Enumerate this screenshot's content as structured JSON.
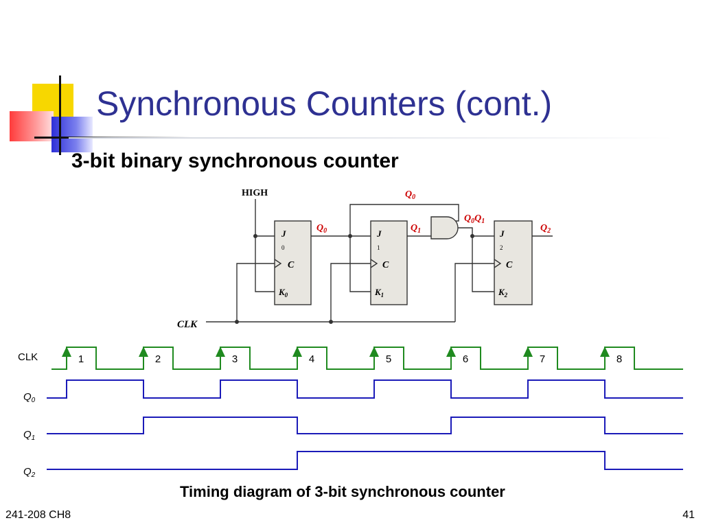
{
  "slide": {
    "title": "Synchronous Counters (cont.)",
    "subtitle": "3-bit binary synchronous counter",
    "footer_left": "241-208 CH8",
    "page_number": "41"
  },
  "circuit": {
    "high_label": "HIGH",
    "clk_label": "CLK",
    "gate_output_label": {
      "a": "Q",
      "a_sub": "0",
      "b": "Q",
      "b_sub": "1"
    },
    "gate_input_top_label": {
      "main": "Q",
      "sub": "0"
    },
    "flipflops": [
      {
        "j": "J",
        "j_sub": "0",
        "c": "C",
        "k": "K",
        "k_sub": "0",
        "q": "Q",
        "q_sub": "0"
      },
      {
        "j": "J",
        "j_sub": "1",
        "c": "C",
        "k": "K",
        "k_sub": "1",
        "q": "Q",
        "q_sub": "1"
      },
      {
        "j": "J",
        "j_sub": "2",
        "c": "C",
        "k": "K",
        "k_sub": "2",
        "q": "Q",
        "q_sub": "2"
      }
    ]
  },
  "timing": {
    "caption": "Timing diagram of 3-bit synchronous counter",
    "clk_label": "CLK",
    "pulse_numbers": [
      "1",
      "2",
      "3",
      "4",
      "5",
      "6",
      "7",
      "8"
    ],
    "q_labels": [
      {
        "main": "Q",
        "sub": "0"
      },
      {
        "main": "Q",
        "sub": "1"
      },
      {
        "main": "Q",
        "sub": "2"
      }
    ],
    "colors": {
      "clk": "#1f8a1f",
      "q": "#1a1ab8",
      "circuit_label": "#cc0000",
      "title": "#2e3192"
    },
    "q_states_per_interval": [
      [
        0,
        1,
        0,
        1,
        0,
        1,
        0,
        1,
        0
      ],
      [
        0,
        0,
        1,
        1,
        0,
        0,
        1,
        1,
        0
      ],
      [
        0,
        0,
        0,
        0,
        1,
        1,
        1,
        1,
        0
      ]
    ]
  }
}
